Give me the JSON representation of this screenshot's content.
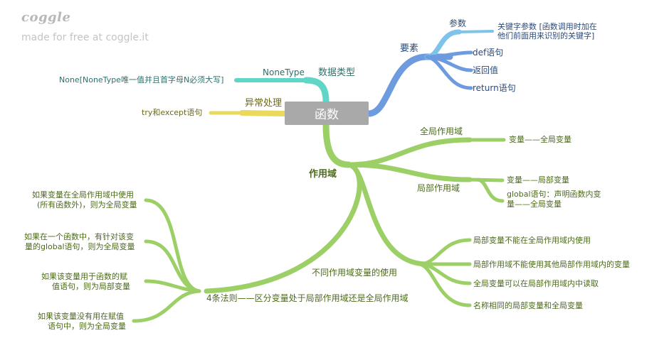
{
  "branding": {
    "logo": "coggle",
    "credit": "made for free at coggle.it"
  },
  "center": "函数",
  "branches": {
    "elements": {
      "label": "要素",
      "param": "参数",
      "keyword_param": [
        "关键字参数 [函数调用时加在",
        "他们前面用来识别的关键字]"
      ],
      "def": "def语句",
      "return_value": "返回值",
      "return_stmt": "return语句"
    },
    "datatype": {
      "label": "数据类型",
      "nonetype": "NoneType",
      "none_desc": "None[NoneType唯一值并且首字母N必须大写]"
    },
    "exception": {
      "label": "异常处理",
      "try": "try和except语句"
    },
    "scope": {
      "label": "作用域",
      "global_scope": "全局作用域",
      "global_var": "变量——全局变量",
      "local_scope": "局部作用域",
      "local_var": "变量——局部变量",
      "global_stmt": [
        "global语句：声明函数内变",
        "量——全局变量"
      ],
      "usage": "不同作用域变量的使用",
      "usage_items": [
        "局部变量不能在全局作用域内使用",
        "局部作用域不能使用其他局部作用域内的变量",
        "全局变量可以在局部作用域内中读取",
        "名称相同的局部变量和全局变量"
      ],
      "rules": "4条法则——区分变量处于局部作用域还是全局作用域",
      "rule_items": [
        [
          "如果变量在全局作用域中使用",
          "(所有函数外)，则为全局变量"
        ],
        [
          "如果在一个函数中，有针对该变",
          "量的global语句，则为全局变量"
        ],
        [
          "如果该变量用于函数的赋",
          "值语句，则为局部变量"
        ],
        [
          "如果该变量没有用在赋值",
          "语句中，则为全局变量"
        ]
      ]
    }
  },
  "colors": {
    "blue": "#6e9be0",
    "lightblue": "#7fc3ea",
    "teal": "#5fd6c8",
    "yellow": "#e9d95c",
    "green": "#9cd067",
    "center": "#a9a9a9"
  }
}
